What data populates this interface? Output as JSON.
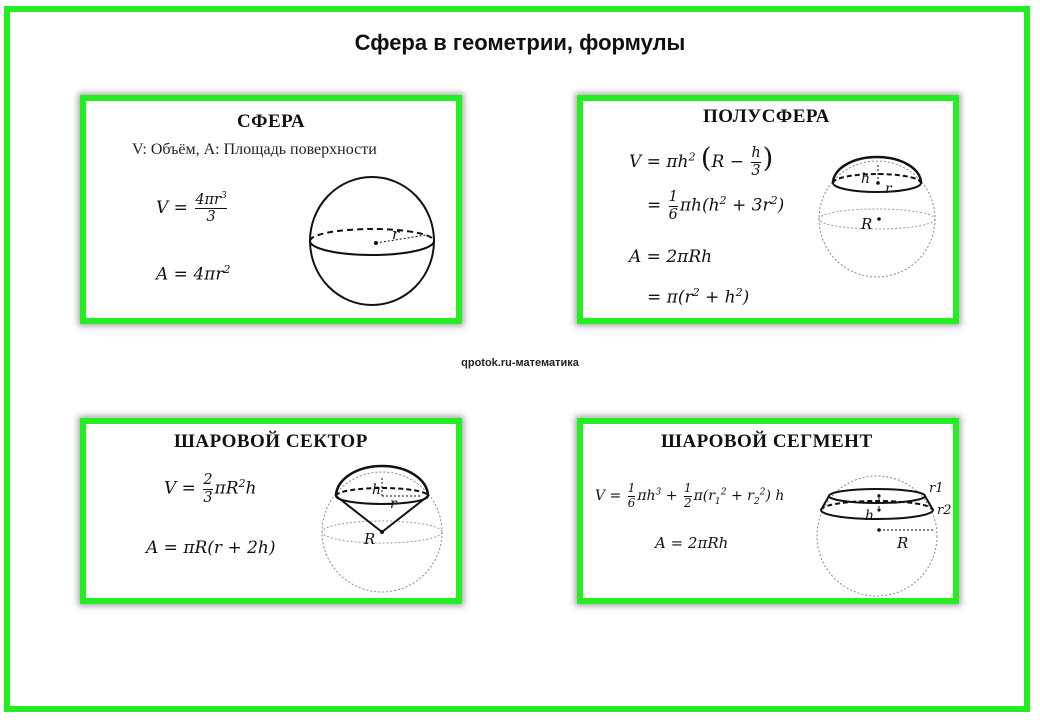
{
  "page": {
    "title": "Сфера в геометрии, формулы",
    "watermark": "qpotok.ru-математика"
  },
  "cards": {
    "sphere": {
      "title": "СФЕРА",
      "subtitle": "V: Объём, A: Площадь поверхности",
      "fig_labels": {
        "r": "r"
      }
    },
    "hemisphere": {
      "title": "ПОЛУСФЕРА",
      "fig_labels": {
        "h": "h",
        "r": "r",
        "R": "R"
      }
    },
    "sector": {
      "title": "ШАРОВОЙ СЕКТОР",
      "fig_labels": {
        "h": "h",
        "r": "r",
        "R": "R"
      }
    },
    "segment": {
      "title": "ШАРОВОЙ СЕГМЕНТ",
      "fig_labels": {
        "h": "h",
        "r1": "r1",
        "r2": "r2",
        "R": "R"
      }
    }
  },
  "colors": {
    "frame": "#22ee22",
    "text": "#111111"
  }
}
